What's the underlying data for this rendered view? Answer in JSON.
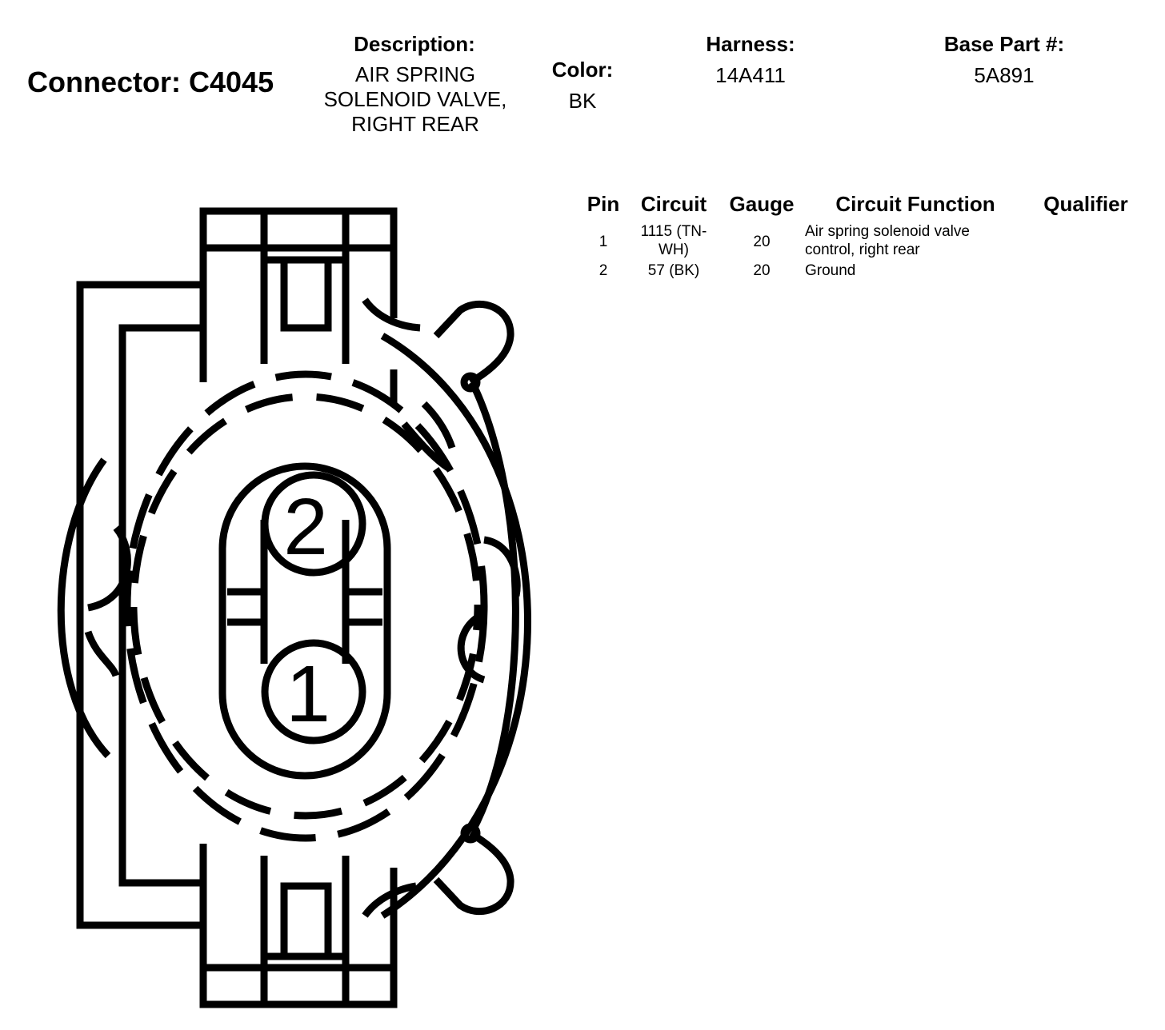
{
  "connector": {
    "label": "Connector:",
    "id": "C4045"
  },
  "description": {
    "label": "Description:",
    "lines": [
      "AIR SPRING",
      "SOLENOID VALVE,",
      "RIGHT REAR"
    ]
  },
  "color": {
    "label": "Color:",
    "value": "BK"
  },
  "harness": {
    "label": "Harness:",
    "value": "14A411"
  },
  "base_part": {
    "label": "Base Part #:",
    "value": "5A891"
  },
  "pin_table": {
    "headers": {
      "pin": "Pin",
      "circuit": "Circuit",
      "gauge": "Gauge",
      "function": "Circuit Function",
      "qualifier": "Qualifier"
    },
    "rows": [
      {
        "pin": "1",
        "circuit_lines": [
          "1115 (TN-",
          "WH)"
        ],
        "gauge": "20",
        "function_lines": [
          "Air spring solenoid valve",
          "control, right rear"
        ],
        "qualifier": ""
      },
      {
        "pin": "2",
        "circuit_lines": [
          "57 (BK)"
        ],
        "gauge": "20",
        "function_lines": [
          "Ground"
        ],
        "qualifier": ""
      }
    ]
  },
  "diagram": {
    "pin_labels": [
      "2",
      "1"
    ]
  }
}
